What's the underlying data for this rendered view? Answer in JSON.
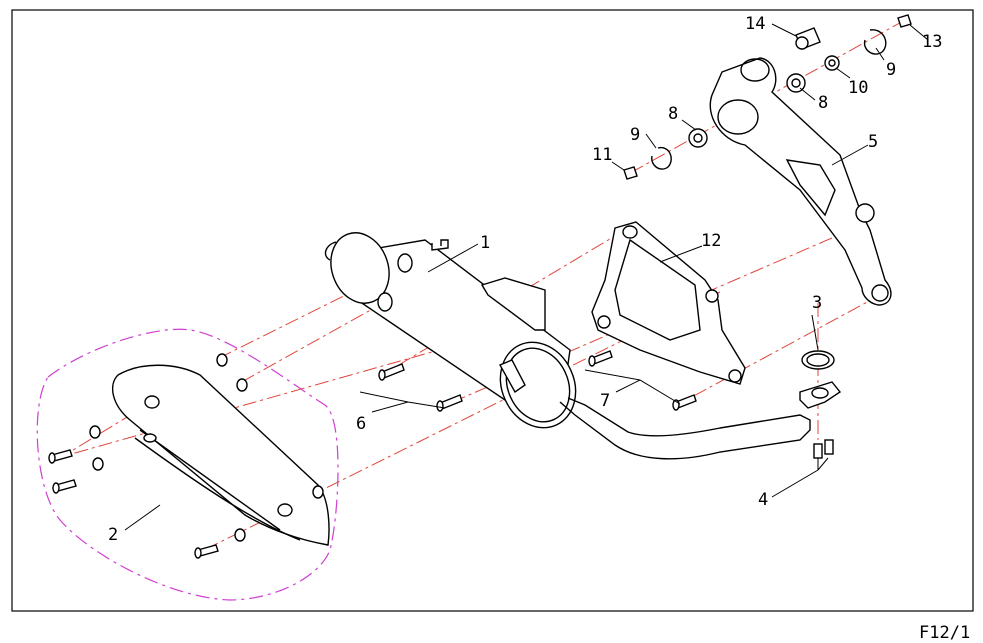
{
  "diagram": {
    "page_ref": "F12/1",
    "callouts": [
      {
        "id": "1",
        "label": "1"
      },
      {
        "id": "2",
        "label": "2"
      },
      {
        "id": "3",
        "label": "3"
      },
      {
        "id": "4",
        "label": "4"
      },
      {
        "id": "5",
        "label": "5"
      },
      {
        "id": "6",
        "label": "6"
      },
      {
        "id": "7",
        "label": "7"
      },
      {
        "id": "8a",
        "label": "8"
      },
      {
        "id": "8b",
        "label": "8"
      },
      {
        "id": "9a",
        "label": "9"
      },
      {
        "id": "9b",
        "label": "9"
      },
      {
        "id": "10",
        "label": "10"
      },
      {
        "id": "11",
        "label": "11"
      },
      {
        "id": "12",
        "label": "12"
      },
      {
        "id": "13",
        "label": "13"
      },
      {
        "id": "14",
        "label": "14"
      }
    ],
    "colors": {
      "line": "#000000",
      "assembly_axis": "#e0463c",
      "group_outline": "#cf3fd3"
    }
  }
}
